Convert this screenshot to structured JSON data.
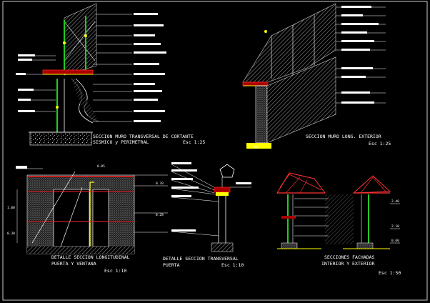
{
  "drawing": {
    "background": "#000000",
    "colors": {
      "line": "#ffffff",
      "structure": "#22cc22",
      "wood": "#ff2222",
      "accent": "#ffff00",
      "hatch": "#bbbbbb",
      "roof": "#ff3333"
    }
  },
  "titles": {
    "seismic": {
      "line1": "SECCION MURO TRANSVERSAL DE CORTANTE",
      "line2": "SISMICO y PERIMETRAL",
      "scale": "Esc 1:25"
    },
    "exterior": {
      "line1": "SECCION MURO LONG. EXTERIOR",
      "scale": "Esc 1:25"
    },
    "longitudinal": {
      "line1": "DETALLE SECCION LONGITUDINAL",
      "line2": "PUERTA Y VENTANA",
      "scale": "Esc 1:10"
    },
    "transversal": {
      "line1": "DETALLE SECCION TRANSVERSAL",
      "line2": "PUERTA",
      "scale": "Esc 1:10"
    },
    "facades": {
      "line1": "SECCIONES FACHADAS",
      "line2": "INTERIOR Y EXTERIOR",
      "scale": "Esc 1:50"
    }
  },
  "dimensions": {
    "door_top": "0.70",
    "door_side": "0.28",
    "top_mark": "0.05",
    "left_a": "1.00",
    "left_b": "0.30",
    "facade_a": "2.40",
    "facade_b": "2.10",
    "facade_c": "0.60"
  }
}
